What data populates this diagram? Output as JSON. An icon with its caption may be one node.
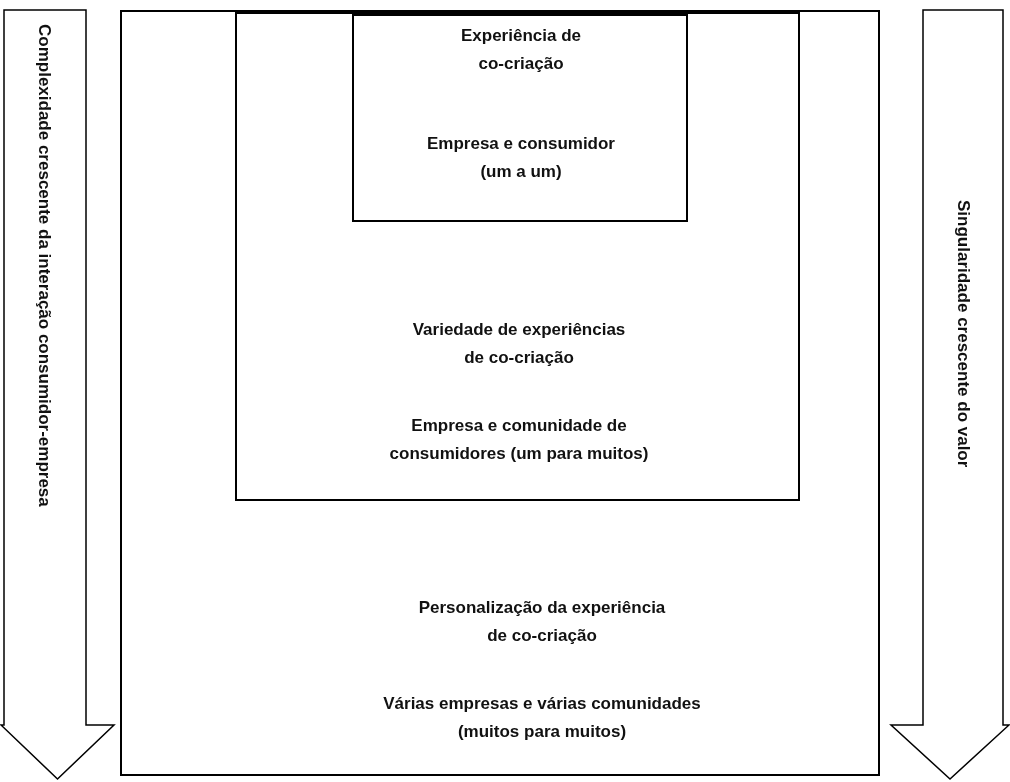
{
  "diagram": {
    "nodes": [
      {
        "text": [
          "Complexidade crescente da interação consumidor-empresa"
        ]
      },
      {
        "text": [
          "Personalização da experiência de co-criação",
          "Várias empresas e várias comunidades (muitos para muitos)"
        ]
      },
      {
        "text": [
          "Variedade de experiências de co-criação",
          "Empresa e comunidade de consumidores (um para muitos)"
        ],
        "in": 1
      },
      {
        "text": [
          "Experiência de co-criação",
          "Empresa e consumidor (um a um)"
        ],
        "in": 2
      },
      {
        "text": [
          "Singularidade crescente do valor"
        ]
      }
    ]
  }
}
